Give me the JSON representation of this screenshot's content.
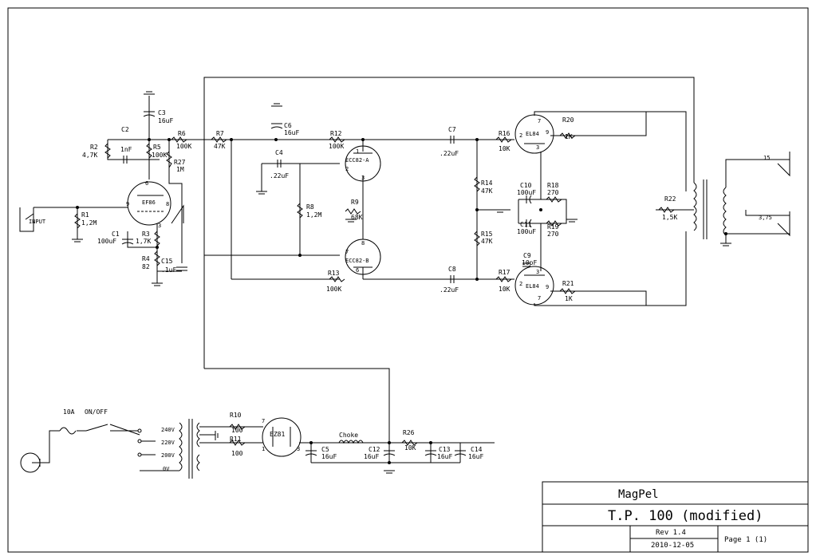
{
  "title_block": {
    "company": "MagPel",
    "title": "T.P. 100 (modified)",
    "revision": "Rev 1.4",
    "date": "2010-12-05",
    "page": "Page 1 (1)"
  },
  "components": {
    "input_jack": "INPUT",
    "R1": {
      "ref": "R1",
      "value": "1,2M"
    },
    "R2": {
      "ref": "R2",
      "value": "4,7K"
    },
    "C2": {
      "ref": "C2",
      "value": "1nF"
    },
    "C3": {
      "ref": "C3",
      "value": "16uF"
    },
    "R5": {
      "ref": "R5",
      "value": "100K"
    },
    "R6": {
      "ref": "R6",
      "value": "100K"
    },
    "R27": {
      "ref": "R27",
      "value": "1M"
    },
    "V1": {
      "ref": "EF86"
    },
    "C1": {
      "ref": "C1",
      "value": "100uF"
    },
    "R3": {
      "ref": "R3",
      "value": "1,7K"
    },
    "R4": {
      "ref": "R4",
      "value": "82"
    },
    "C15": {
      "ref": "C15",
      "value": ".1uF"
    },
    "R7": {
      "ref": "R7",
      "value": "47K"
    },
    "C6": {
      "ref": "C6",
      "value": "16uF"
    },
    "C4": {
      "ref": "C4",
      "value": ".22uF"
    },
    "R12": {
      "ref": "R12",
      "value": "100K"
    },
    "R8": {
      "ref": "R8",
      "value": "1,2M"
    },
    "V2A": {
      "ref": "ECC82-A"
    },
    "V2B": {
      "ref": "ECC82-B"
    },
    "R9": {
      "ref": "R9",
      "value": "68K"
    },
    "R13": {
      "ref": "R13",
      "value": "100K"
    },
    "C7": {
      "ref": "C7",
      "value": ".22uF"
    },
    "C8": {
      "ref": "C8",
      "value": ".22uF"
    },
    "R14": {
      "ref": "R14",
      "value": "47K"
    },
    "R15": {
      "ref": "R15",
      "value": "47K"
    },
    "R16": {
      "ref": "R16",
      "value": "10K"
    },
    "R17": {
      "ref": "R17",
      "value": "10K"
    },
    "V3": {
      "ref": "EL84"
    },
    "V4": {
      "ref": "EL84"
    },
    "R20": {
      "ref": "R20",
      "value": "1K"
    },
    "R21": {
      "ref": "R21",
      "value": "1K"
    },
    "C10": {
      "ref": "C10",
      "value": "100uF"
    },
    "C11": {
      "ref": "C11",
      "value": "100uF"
    },
    "R18": {
      "ref": "R18",
      "value": "270"
    },
    "R19": {
      "ref": "R19",
      "value": "270"
    },
    "C9": {
      "ref": "C9",
      "value": "10pF"
    },
    "R22": {
      "ref": "R22",
      "value": "1,5K"
    },
    "out_15": "15",
    "out_375": "3,75",
    "fuse": "10A",
    "switch": "ON/OFF",
    "tap_240": "240V",
    "tap_220": "220V",
    "tap_200": "200V",
    "tap_0": "0V",
    "R10": {
      "ref": "R10",
      "value": "100"
    },
    "R11": {
      "ref": "R11",
      "value": "100"
    },
    "rectifier": "EZ81",
    "C5": {
      "ref": "C5",
      "value": "16uF"
    },
    "choke": "Choke",
    "C12": {
      "ref": "C12",
      "value": "16uF"
    },
    "R26": {
      "ref": "R26",
      "value": "10K"
    },
    "C13": {
      "ref": "C13",
      "value": "16uF"
    },
    "C14": {
      "ref": "C14",
      "value": "16uF"
    }
  },
  "pins": {
    "ef86": [
      "6",
      "9",
      "8",
      "3"
    ],
    "ecca": [
      "1",
      "2",
      "3"
    ],
    "eccb": [
      "8",
      "7",
      "6"
    ],
    "el84a": [
      "7",
      "2",
      "9",
      "3"
    ],
    "el84b": [
      "3",
      "2",
      "9",
      "7"
    ],
    "ez81": [
      "7",
      "1",
      "3"
    ]
  }
}
